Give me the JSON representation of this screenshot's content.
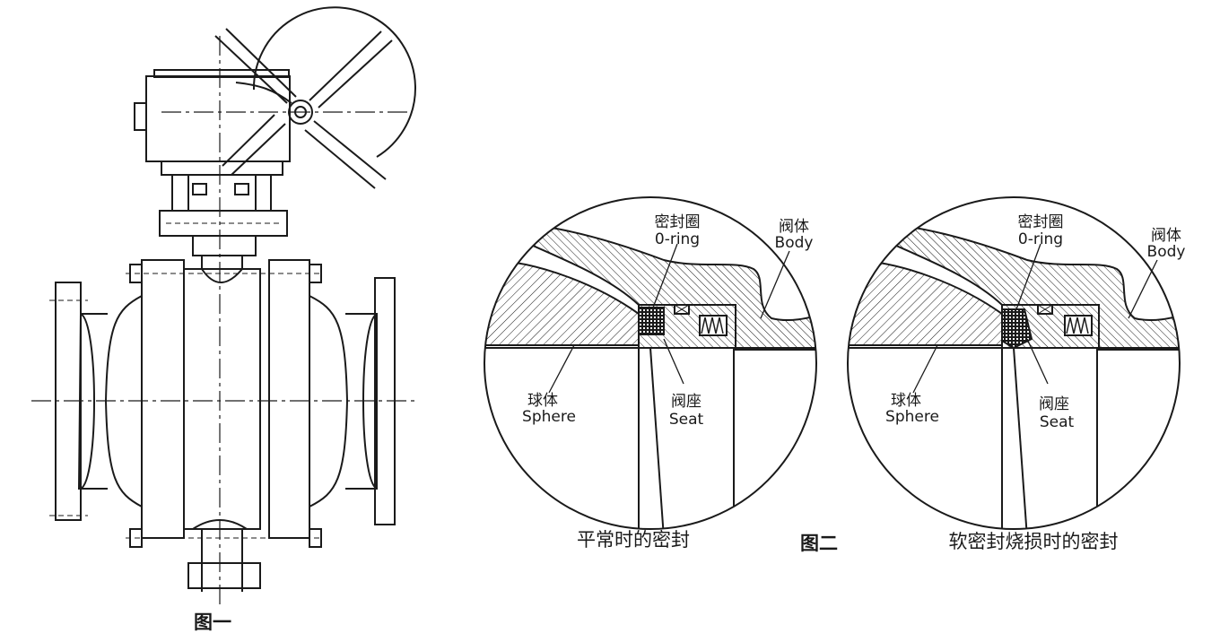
{
  "figure1": {
    "caption": "图一"
  },
  "figure2": {
    "caption": "图二",
    "left_detail": {
      "caption": "平常时的密封",
      "labels": {
        "oring_cn": "密封圈",
        "oring_en": "0-ring",
        "body_cn": "阀体",
        "body_en": "Body",
        "sphere_cn": "球体",
        "sphere_en": "Sphere",
        "seat_cn": "阀座",
        "seat_en": "Seat"
      }
    },
    "right_detail": {
      "caption": "软密封烧损时的密封",
      "labels": {
        "oring_cn": "密封圈",
        "oring_en": "0-ring",
        "body_cn": "阀体",
        "body_en": "Body",
        "sphere_cn": "球体",
        "sphere_en": "Sphere",
        "seat_cn": "阀座",
        "seat_en": "Seat"
      }
    }
  },
  "colors": {
    "line": "#1a1a1a",
    "background": "#ffffff"
  }
}
